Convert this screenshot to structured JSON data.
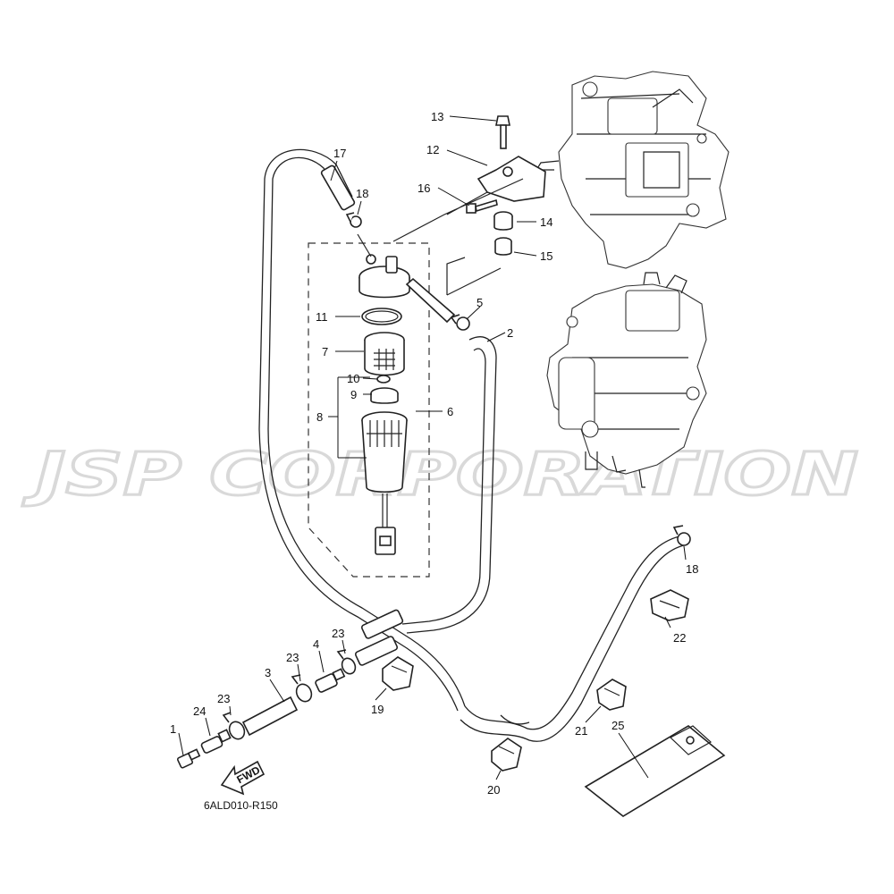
{
  "watermark": "JSP CORPORATION",
  "diagram_code": "6ALD010-R150",
  "fwd_arrow_label": "FWD",
  "callouts": [
    {
      "id": "c1",
      "label": "1"
    },
    {
      "id": "c2",
      "label": "2"
    },
    {
      "id": "c3",
      "label": "3"
    },
    {
      "id": "c4",
      "label": "4"
    },
    {
      "id": "c5",
      "label": "5"
    },
    {
      "id": "c6",
      "label": "6"
    },
    {
      "id": "c7",
      "label": "7"
    },
    {
      "id": "c8",
      "label": "8"
    },
    {
      "id": "c9",
      "label": "9"
    },
    {
      "id": "c10",
      "label": "10"
    },
    {
      "id": "c11",
      "label": "11"
    },
    {
      "id": "c12",
      "label": "12"
    },
    {
      "id": "c13",
      "label": "13"
    },
    {
      "id": "c14",
      "label": "14"
    },
    {
      "id": "c15",
      "label": "15"
    },
    {
      "id": "c16",
      "label": "16"
    },
    {
      "id": "c17",
      "label": "17"
    },
    {
      "id": "c18a",
      "label": "18"
    },
    {
      "id": "c18b",
      "label": "18"
    },
    {
      "id": "c19",
      "label": "19"
    },
    {
      "id": "c20",
      "label": "20"
    },
    {
      "id": "c21",
      "label": "21"
    },
    {
      "id": "c22",
      "label": "22"
    },
    {
      "id": "c23a",
      "label": "23"
    },
    {
      "id": "c23b",
      "label": "23"
    },
    {
      "id": "c23c",
      "label": "23"
    },
    {
      "id": "c24",
      "label": "24"
    },
    {
      "id": "c25",
      "label": "25"
    }
  ]
}
